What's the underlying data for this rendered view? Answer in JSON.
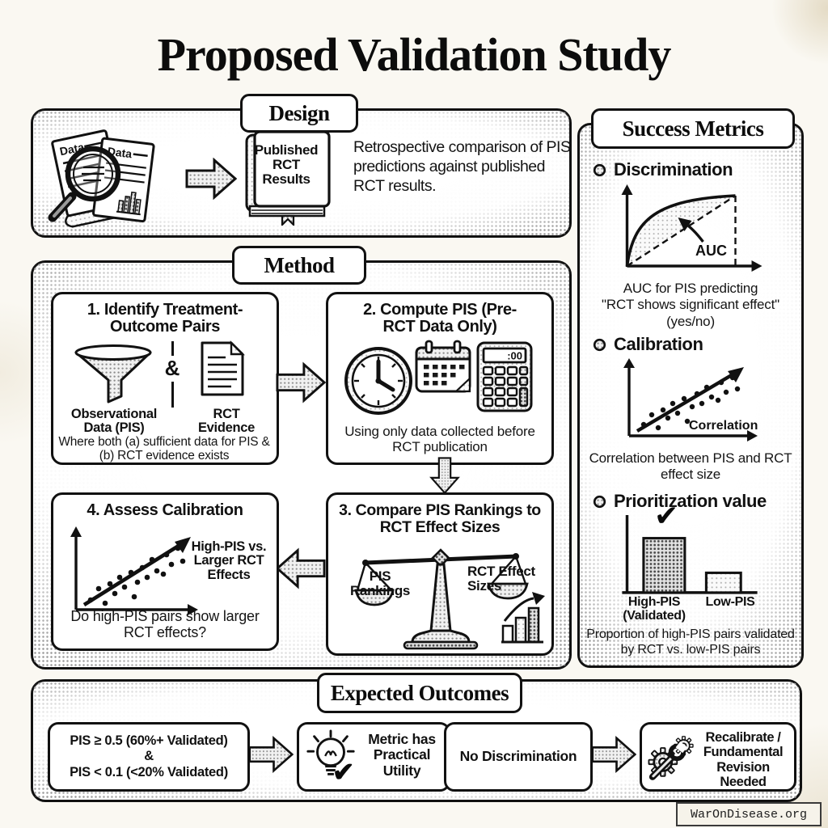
{
  "page": {
    "title": "Proposed Validation Study",
    "watermark": "WarOnDisease.org"
  },
  "design": {
    "header": "Design",
    "doc_label_1": "Data",
    "doc_label_2": "Data",
    "book_label": "Published RCT Results",
    "description": "Retrospective comparison of PIS predictions against published RCT results."
  },
  "method": {
    "header": "Method",
    "step1": {
      "title": "1. Identify Treatment-Outcome Pairs",
      "item1_label": "Observational Data (PIS)",
      "joiner": "&",
      "item2_label": "RCT Evidence",
      "caption": "Where both (a) sufficient data for PIS & (b) RCT evidence exists"
    },
    "step2": {
      "title": "2. Compute PIS (Pre-RCT Data Only)",
      "calculator_display": ":00",
      "caption": "Using only data collected before RCT publication"
    },
    "step3": {
      "title": "3. Compare PIS Rankings to RCT Effect Sizes",
      "left_pan_label": "PIS Rankings",
      "right_pan_label": "RCT Effect Sizes"
    },
    "step4": {
      "title": "4. Assess Calibration",
      "annotation": "High-PIS vs. Larger RCT Effects",
      "caption": "Do high-PIS pairs show larger RCT effects?"
    }
  },
  "success_metrics": {
    "header": "Success Metrics",
    "discrimination": {
      "label": "Discrimination",
      "chart_label": "AUC",
      "caption_line1": "AUC for PIS predicting",
      "caption_line2": "\"RCT shows significant effect\"",
      "caption_line3": "(yes/no)"
    },
    "calibration": {
      "label": "Calibration",
      "chart_label": "Correlation",
      "caption": "Correlation between PIS and RCT effect size"
    },
    "prioritization": {
      "label": "Prioritization value",
      "check": "✔",
      "bar1_label_line1": "High-PIS",
      "bar1_label_line2": "(Validated)",
      "bar2_label": "Low-PIS",
      "caption": "Proportion of high-PIS pairs validated by RCT vs. low-PIS pairs"
    }
  },
  "expected_outcomes": {
    "header": "Expected Outcomes",
    "scenario1": {
      "condition_line1": "PIS ≥ 0.5 (60%+ Validated)",
      "condition_line2": "&",
      "condition_line3": "PIS < 0.1 (<20% Validated)",
      "check": "✔",
      "result": "Metric has Practical Utility"
    },
    "scenario2": {
      "condition": "No Discrimination",
      "result": "Recalibrate / Fundamental Revision Needed"
    }
  }
}
